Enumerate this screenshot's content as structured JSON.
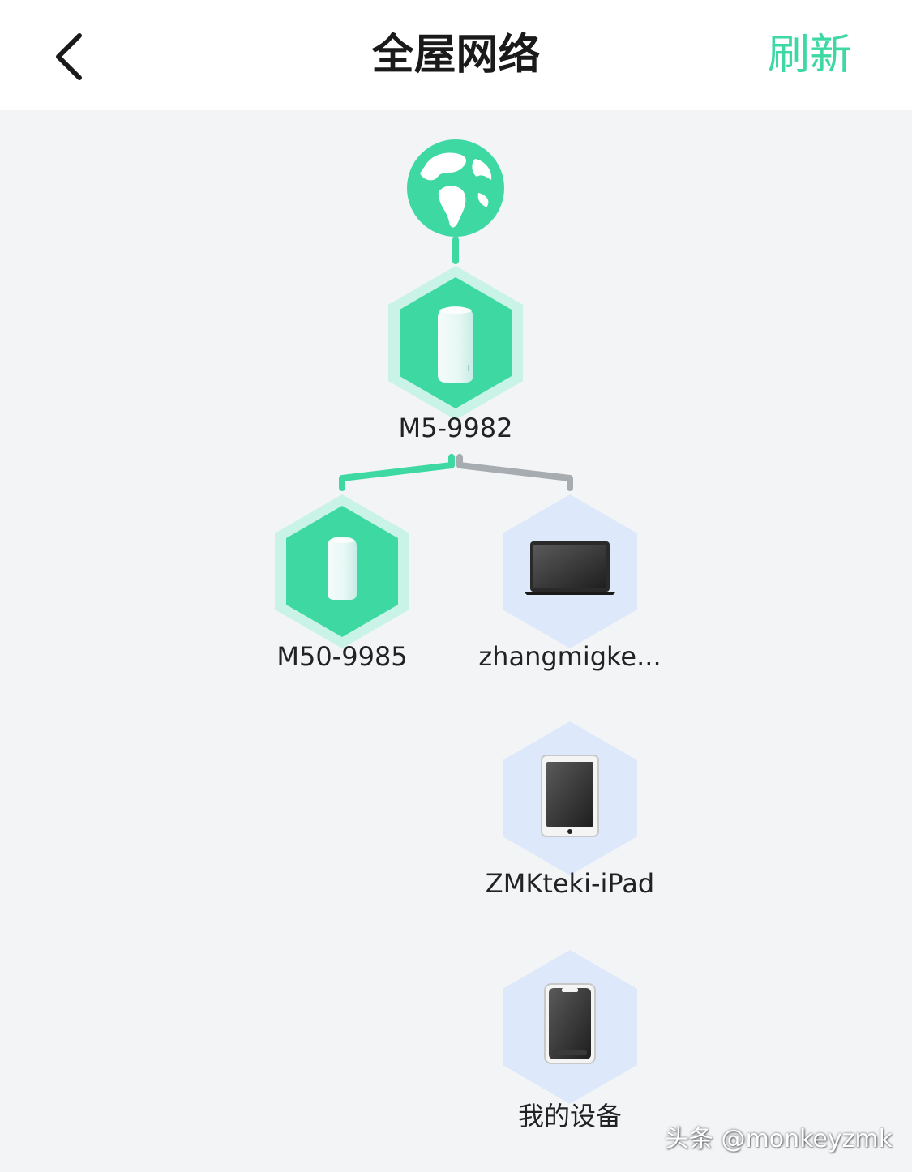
{
  "header": {
    "title": "全屋网络",
    "refresh_label": "刷新"
  },
  "colors": {
    "accent": "#3ed8a3",
    "wired_link": "#a7acb0",
    "device_hex": "#dde9fb"
  },
  "topology": {
    "internet": {
      "icon": "globe-icon"
    },
    "main_router": {
      "name": "M5-9982",
      "icon": "router-icon"
    },
    "children": [
      {
        "name": "M50-9985",
        "icon": "router-icon",
        "link": "wireless"
      },
      {
        "name": "zhangmigke...",
        "icon": "laptop-icon",
        "link": "wired"
      },
      {
        "name": "ZMKteki-iPad",
        "icon": "tablet-icon"
      },
      {
        "name": "我的设备",
        "icon": "phone-icon"
      }
    ]
  },
  "watermark": "头条 @monkeyzmk"
}
